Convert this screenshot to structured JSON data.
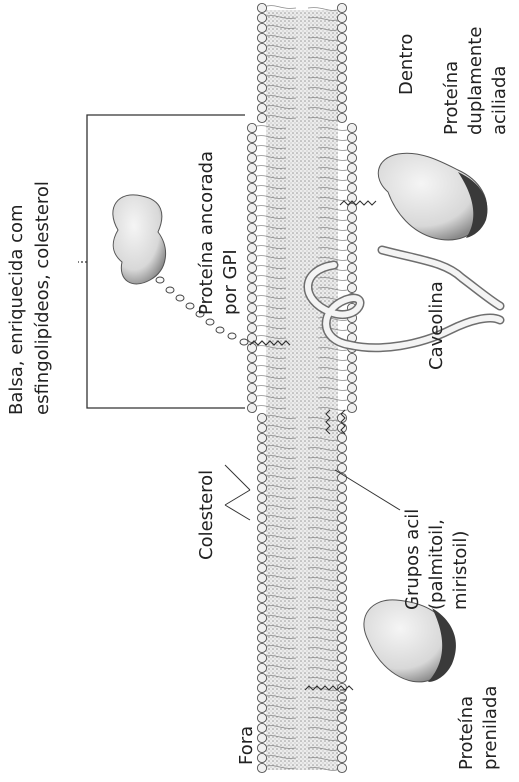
{
  "labels": {
    "outside": "Fora",
    "inside": "Dentro",
    "raft_line1": "Balsa, enriquecida com",
    "raft_line2": "esfingolipídeos, colesterol",
    "gpi_line1": "Proteína ancorada",
    "gpi_line2": "por GPI",
    "cholesterol": "Colesterol",
    "acyl_line1": "Grupos acil",
    "acyl_line2": "(palmitoil,",
    "acyl_line3": "miristoil)",
    "caveolin": "Caveolina",
    "diacyl_line1": "Proteína",
    "diacyl_line2": "duplamente",
    "diacyl_line3": "aciliada",
    "prenyl_line1": "Proteína",
    "prenyl_line2": "prenilada"
  },
  "colors": {
    "lipid_head": "#bdbdbd",
    "tail_region": "#e6e6e6",
    "protein": "#dcdcdc",
    "protein_shadow": "#555555",
    "caveolin": "#f2f2f2"
  }
}
